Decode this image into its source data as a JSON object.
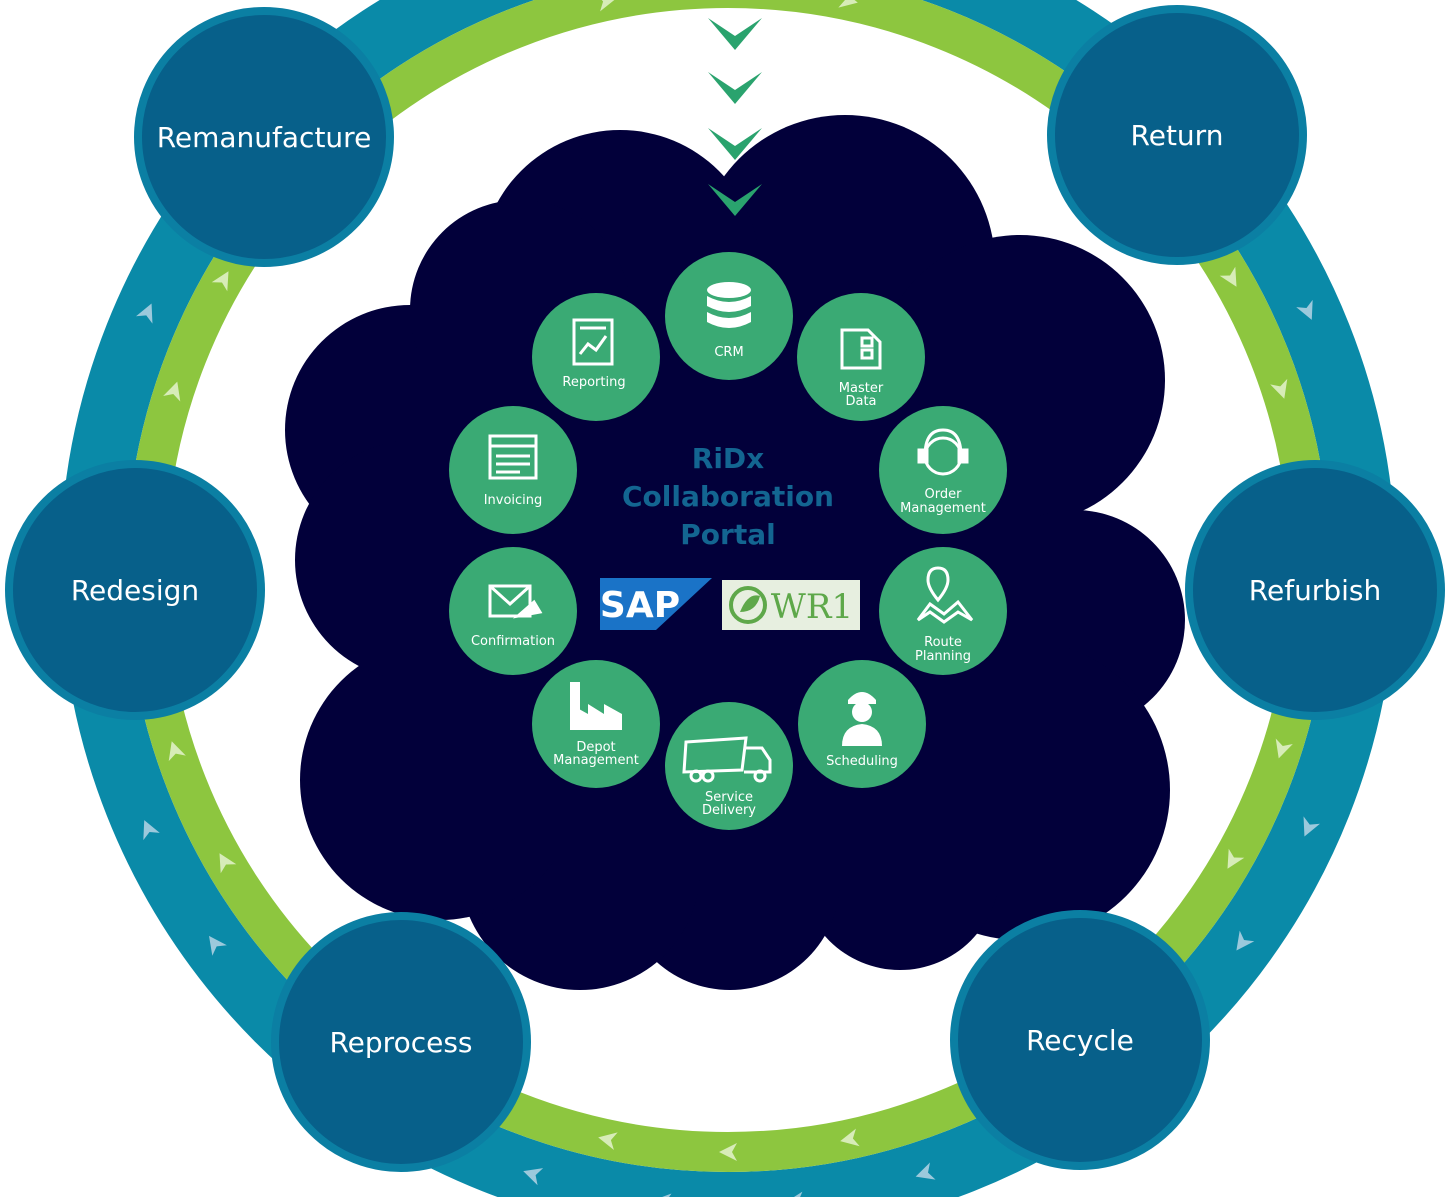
{
  "portal": {
    "title_lines": [
      "RiDx",
      "Collaboration",
      "Portal"
    ]
  },
  "stages": {
    "remanufacture": "Remanufacture",
    "return": "Return",
    "refurbish": "Refurbish",
    "recycle": "Recycle",
    "reprocess": "Reprocess",
    "redesign": "Redesign"
  },
  "modules": {
    "crm": [
      "CRM"
    ],
    "master_data": [
      "Master",
      "Data"
    ],
    "order_management": [
      "Order",
      "Management"
    ],
    "route_planning": [
      "Route",
      "Planning"
    ],
    "scheduling": [
      "Scheduling"
    ],
    "service_delivery": [
      "Service",
      "Delivery"
    ],
    "depot_management": [
      "Depot",
      "Management"
    ],
    "confirmation": [
      "Confirmation"
    ],
    "invoicing": [
      "Invoicing"
    ],
    "reporting": [
      "Reporting"
    ]
  },
  "logos": {
    "sap": "SAP",
    "wr1": "WR1"
  },
  "colors": {
    "ring_outer": "#0a8aa8",
    "ring_inner": "#8dc63f",
    "stage_fill": "#07608a",
    "stage_border": "#0b7fa3",
    "cloud": "#02003a",
    "module_fill": "#3aaa74",
    "title": "#136591",
    "chevron": "#2aa36e"
  },
  "icons": {
    "crm": "database-icon",
    "master_data": "document-icon",
    "order_management": "headset-agent-icon",
    "route_planning": "map-pin-icon",
    "scheduling": "worker-icon",
    "service_delivery": "truck-icon",
    "depot_management": "factory-icon",
    "confirmation": "mail-send-icon",
    "invoicing": "invoice-icon",
    "reporting": "report-chart-icon"
  }
}
